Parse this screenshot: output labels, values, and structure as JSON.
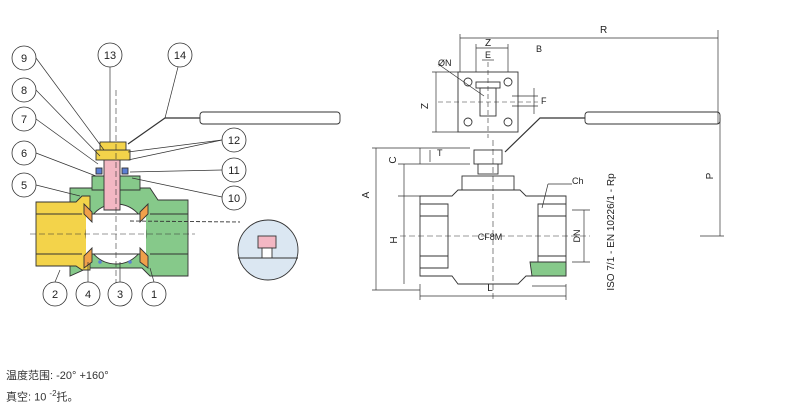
{
  "diagram": {
    "left_callouts": [
      "9",
      "8",
      "7",
      "6",
      "5",
      "2",
      "4",
      "3",
      "1",
      "13",
      "14",
      "12",
      "11",
      "10"
    ],
    "right_dims": {
      "R": "R",
      "Z": "Z",
      "E": "E",
      "B": "B",
      "ON": "ØN",
      "F": "F",
      "C": "C",
      "T": "T",
      "A": "A",
      "H": "H",
      "L": "L",
      "P": "P",
      "DN": "DN",
      "Ch": "Ch",
      "CF8M": "CF8M"
    },
    "standard": "ISO 7/1 - EN 10226/1 - Rp"
  },
  "notes": {
    "temp_label": "温度范围: -20° +160°",
    "vacuum_prefix": "真空: 10",
    "vacuum_exp": "-2",
    "vacuum_suffix": "托。"
  },
  "colors": {
    "green": "#86c98a",
    "yellow": "#f3d34a",
    "orange": "#f0a04a",
    "pink": "#f3b7c3",
    "blue": "#5b7fd4",
    "line": "#333333"
  }
}
